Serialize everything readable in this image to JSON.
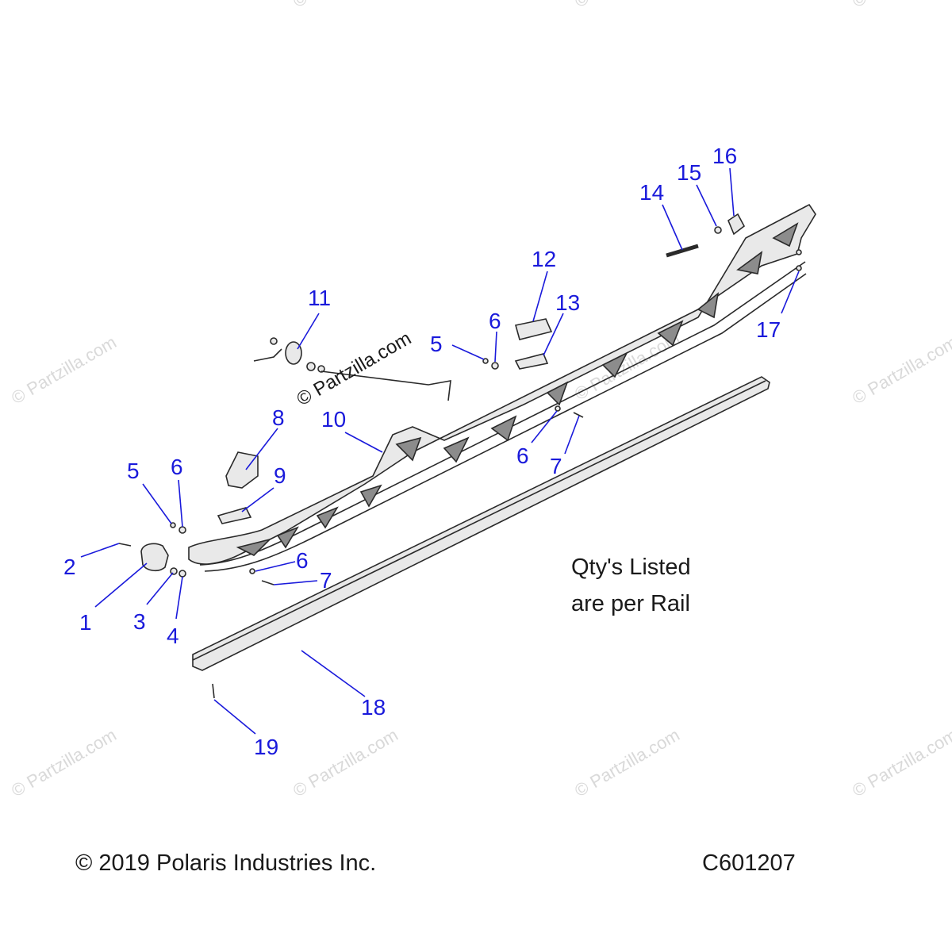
{
  "callouts": [
    {
      "id": "1",
      "label": "1"
    },
    {
      "id": "2",
      "label": "2"
    },
    {
      "id": "3",
      "label": "3"
    },
    {
      "id": "4",
      "label": "4"
    },
    {
      "id": "5a",
      "label": "5"
    },
    {
      "id": "5b",
      "label": "5"
    },
    {
      "id": "6a",
      "label": "6"
    },
    {
      "id": "6b",
      "label": "6"
    },
    {
      "id": "6c",
      "label": "6"
    },
    {
      "id": "6d",
      "label": "6"
    },
    {
      "id": "7a",
      "label": "7"
    },
    {
      "id": "7b",
      "label": "7"
    },
    {
      "id": "8",
      "label": "8"
    },
    {
      "id": "9",
      "label": "9"
    },
    {
      "id": "10",
      "label": "10"
    },
    {
      "id": "11",
      "label": "11"
    },
    {
      "id": "12",
      "label": "12"
    },
    {
      "id": "13",
      "label": "13"
    },
    {
      "id": "14",
      "label": "14"
    },
    {
      "id": "15",
      "label": "15"
    },
    {
      "id": "16",
      "label": "16"
    },
    {
      "id": "17",
      "label": "17"
    },
    {
      "id": "18",
      "label": "18"
    },
    {
      "id": "19",
      "label": "19"
    }
  ],
  "note": {
    "line1": "Qty's Listed",
    "line2": "are per Rail"
  },
  "footer": {
    "copyright": "© 2019 Polaris Industries Inc.",
    "code": "C601207"
  },
  "watermark": {
    "text": "© Partzilla.com"
  },
  "colors": {
    "callout": "#1a1adb",
    "line": "#2a2a2a",
    "watermark": "#d9d9d9"
  }
}
